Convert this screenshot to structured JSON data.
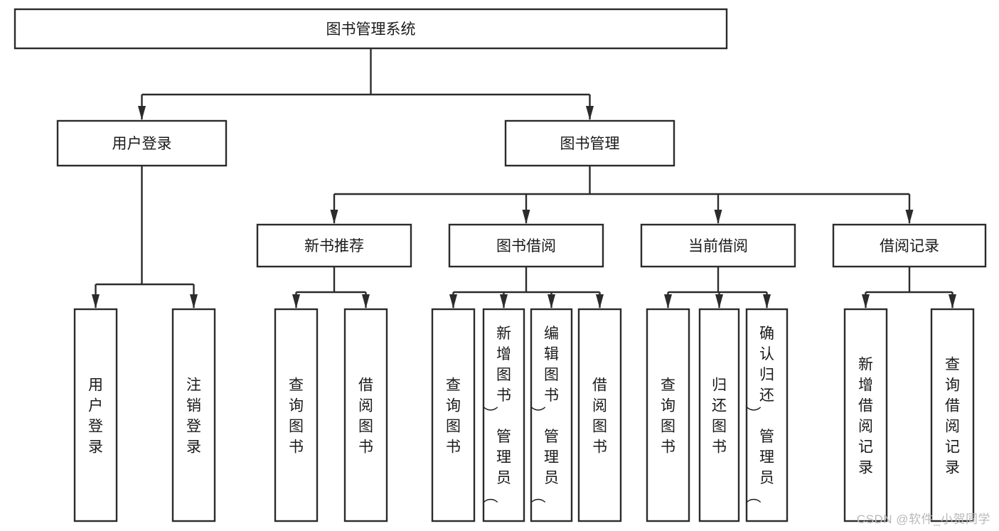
{
  "diagram": {
    "title": "图书管理系统",
    "type": "hierarchy-tree",
    "watermark": "CSDN @软件_小贺同学",
    "colors": {
      "stroke": "#2b2b2b",
      "box_fill": "#ffffff",
      "text": "#1a1a1a",
      "background": "#ffffff",
      "watermark": "#b9b9b9"
    },
    "levels": [
      {
        "level": 1,
        "nodes": [
          {
            "id": "root",
            "label": "图书管理系统",
            "orientation": "horizontal"
          }
        ]
      },
      {
        "level": 2,
        "nodes": [
          {
            "id": "login",
            "label": "用户登录",
            "orientation": "horizontal",
            "parent": "root"
          },
          {
            "id": "bookmgmt",
            "label": "图书管理",
            "orientation": "horizontal",
            "parent": "root"
          }
        ]
      },
      {
        "level": 3,
        "nodes": [
          {
            "id": "newbook",
            "label": "新书推荐",
            "orientation": "horizontal",
            "parent": "bookmgmt"
          },
          {
            "id": "borrow",
            "label": "图书借阅",
            "orientation": "horizontal",
            "parent": "bookmgmt"
          },
          {
            "id": "current",
            "label": "当前借阅",
            "orientation": "horizontal",
            "parent": "bookmgmt"
          },
          {
            "id": "records",
            "label": "借阅记录",
            "orientation": "horizontal",
            "parent": "bookmgmt"
          }
        ]
      },
      {
        "level": 4,
        "nodes": [
          {
            "id": "leaf1",
            "label": "用户登录",
            "orientation": "vertical",
            "parent": "login"
          },
          {
            "id": "leaf2",
            "label": "注销登录",
            "orientation": "vertical",
            "parent": "login"
          },
          {
            "id": "leaf3",
            "label": "查询图书",
            "orientation": "vertical",
            "parent": "newbook"
          },
          {
            "id": "leaf4",
            "label": "借阅图书",
            "orientation": "vertical",
            "parent": "newbook"
          },
          {
            "id": "leaf5",
            "label": "查询图书",
            "orientation": "vertical",
            "parent": "borrow"
          },
          {
            "id": "leaf6",
            "label": "新增图书（管理员）",
            "orientation": "vertical",
            "parent": "borrow"
          },
          {
            "id": "leaf7",
            "label": "编辑图书（管理员）",
            "orientation": "vertical",
            "parent": "borrow"
          },
          {
            "id": "leaf8",
            "label": "借阅图书",
            "orientation": "vertical",
            "parent": "borrow"
          },
          {
            "id": "leaf9",
            "label": "查询图书",
            "orientation": "vertical",
            "parent": "current"
          },
          {
            "id": "leaf10",
            "label": "归还图书",
            "orientation": "vertical",
            "parent": "current"
          },
          {
            "id": "leaf11",
            "label": "确认归还（管理员）",
            "orientation": "vertical",
            "parent": "current"
          },
          {
            "id": "leaf12",
            "label": "新增借阅记录",
            "orientation": "vertical",
            "parent": "records"
          },
          {
            "id": "leaf13",
            "label": "查询借阅记录",
            "orientation": "vertical",
            "parent": "records"
          }
        ]
      }
    ]
  }
}
